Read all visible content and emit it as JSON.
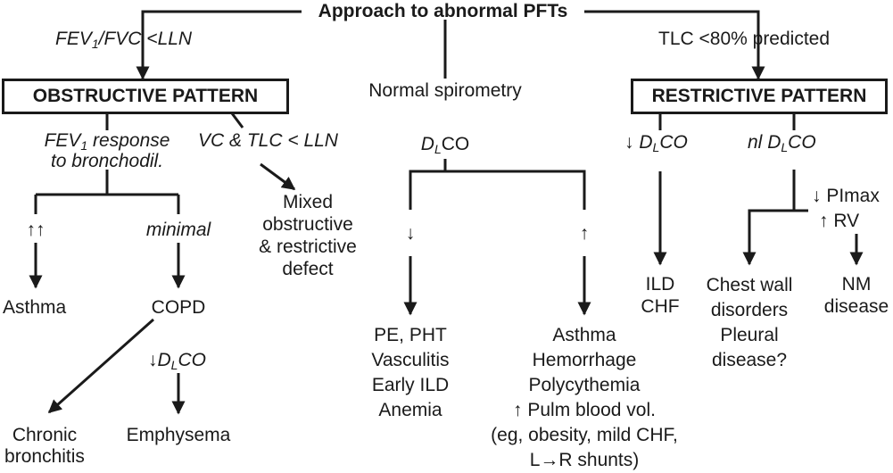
{
  "title": "Approach to abnormal PFTs",
  "left_criterion": {
    "pre": "FEV",
    "sub": "1",
    "post": "/FVC <LLN"
  },
  "right_criterion": "TLC <80% predicted",
  "obstructive_box": "OBSTRUCTIVE PATTERN",
  "restrictive_box": "RESTRICTIVE PATTERN",
  "normal_spirometry": "Normal spirometry",
  "fev1_response": {
    "pre": "FEV",
    "sub": "1",
    "post": " response",
    "line2": "to bronchodil."
  },
  "vc_tlc": "VC & TLC < LLN",
  "mixed": [
    "Mixed",
    "obstructive",
    "& restrictive",
    "defect"
  ],
  "double_up": "↑↑",
  "minimal": "minimal",
  "asthma_left": "Asthma",
  "copd": "COPD",
  "copd_dlco": {
    "arrow": "↓",
    "d": "D",
    "sub": "L",
    "post": "CO"
  },
  "chronic_bronchitis": [
    "Chronic",
    "bronchitis"
  ],
  "emphysema": "Emphysema",
  "dlco_center": {
    "d": "D",
    "sub": "L",
    "post": "CO"
  },
  "down_arrow": "↓",
  "up_arrow": "↑",
  "low_dlco_causes": [
    "PE, PHT",
    "Vasculitis",
    "Early ILD",
    "Anemia"
  ],
  "high_dlco_causes": [
    "Asthma",
    "Hemorrhage",
    "Polycythemia",
    "↑ Pulm blood vol.",
    "(eg, obesity, mild CHF,",
    "L→R shunts)"
  ],
  "low_dlco_restrictive": {
    "arrow": "↓ ",
    "d": "D",
    "sub": "L",
    "post": "CO"
  },
  "nl_dlco": {
    "pre": "nl ",
    "d": "D",
    "sub": "L",
    "post": "CO"
  },
  "pimax_rv": [
    "↓ PImax",
    "↑ RV"
  ],
  "ild_chf": [
    "ILD",
    "CHF"
  ],
  "chest_wall": [
    "Chest wall",
    "disorders",
    "Pleural",
    "disease?"
  ],
  "nm_disease": [
    "NM",
    "disease"
  ]
}
